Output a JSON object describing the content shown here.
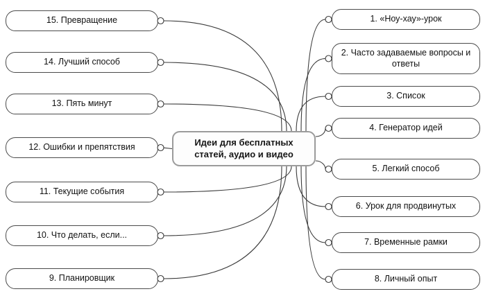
{
  "center": {
    "label": "Идеи для бесплатных\nстатей, аудио и видео"
  },
  "left_items": [
    {
      "label": "15. Превращение"
    },
    {
      "label": "14. Лучший способ"
    },
    {
      "label": "13. Пять минут"
    },
    {
      "label": "12. Ошибки и препятствия"
    },
    {
      "label": "11. Текущие события"
    },
    {
      "label": "10. Что делать, если..."
    },
    {
      "label": "9. Планировщик"
    }
  ],
  "right_items": [
    {
      "label": "1. «Ноу-хау»-урок"
    },
    {
      "label": "2. Часто задаваемые вопросы и ответы"
    },
    {
      "label": "3. Список"
    },
    {
      "label": "4. Генератор идей"
    },
    {
      "label": "5. Легкий способ"
    },
    {
      "label": "6. Урок для продвинутых"
    },
    {
      "label": "7. Временные рамки"
    },
    {
      "label": "8. Личный опыт"
    }
  ],
  "colors": {
    "connector_stroke": "#3a3a3a",
    "box_border": "#4a4a4a",
    "center_border": "#9b9b9b",
    "background": "#ffffff",
    "text": "#111111"
  }
}
